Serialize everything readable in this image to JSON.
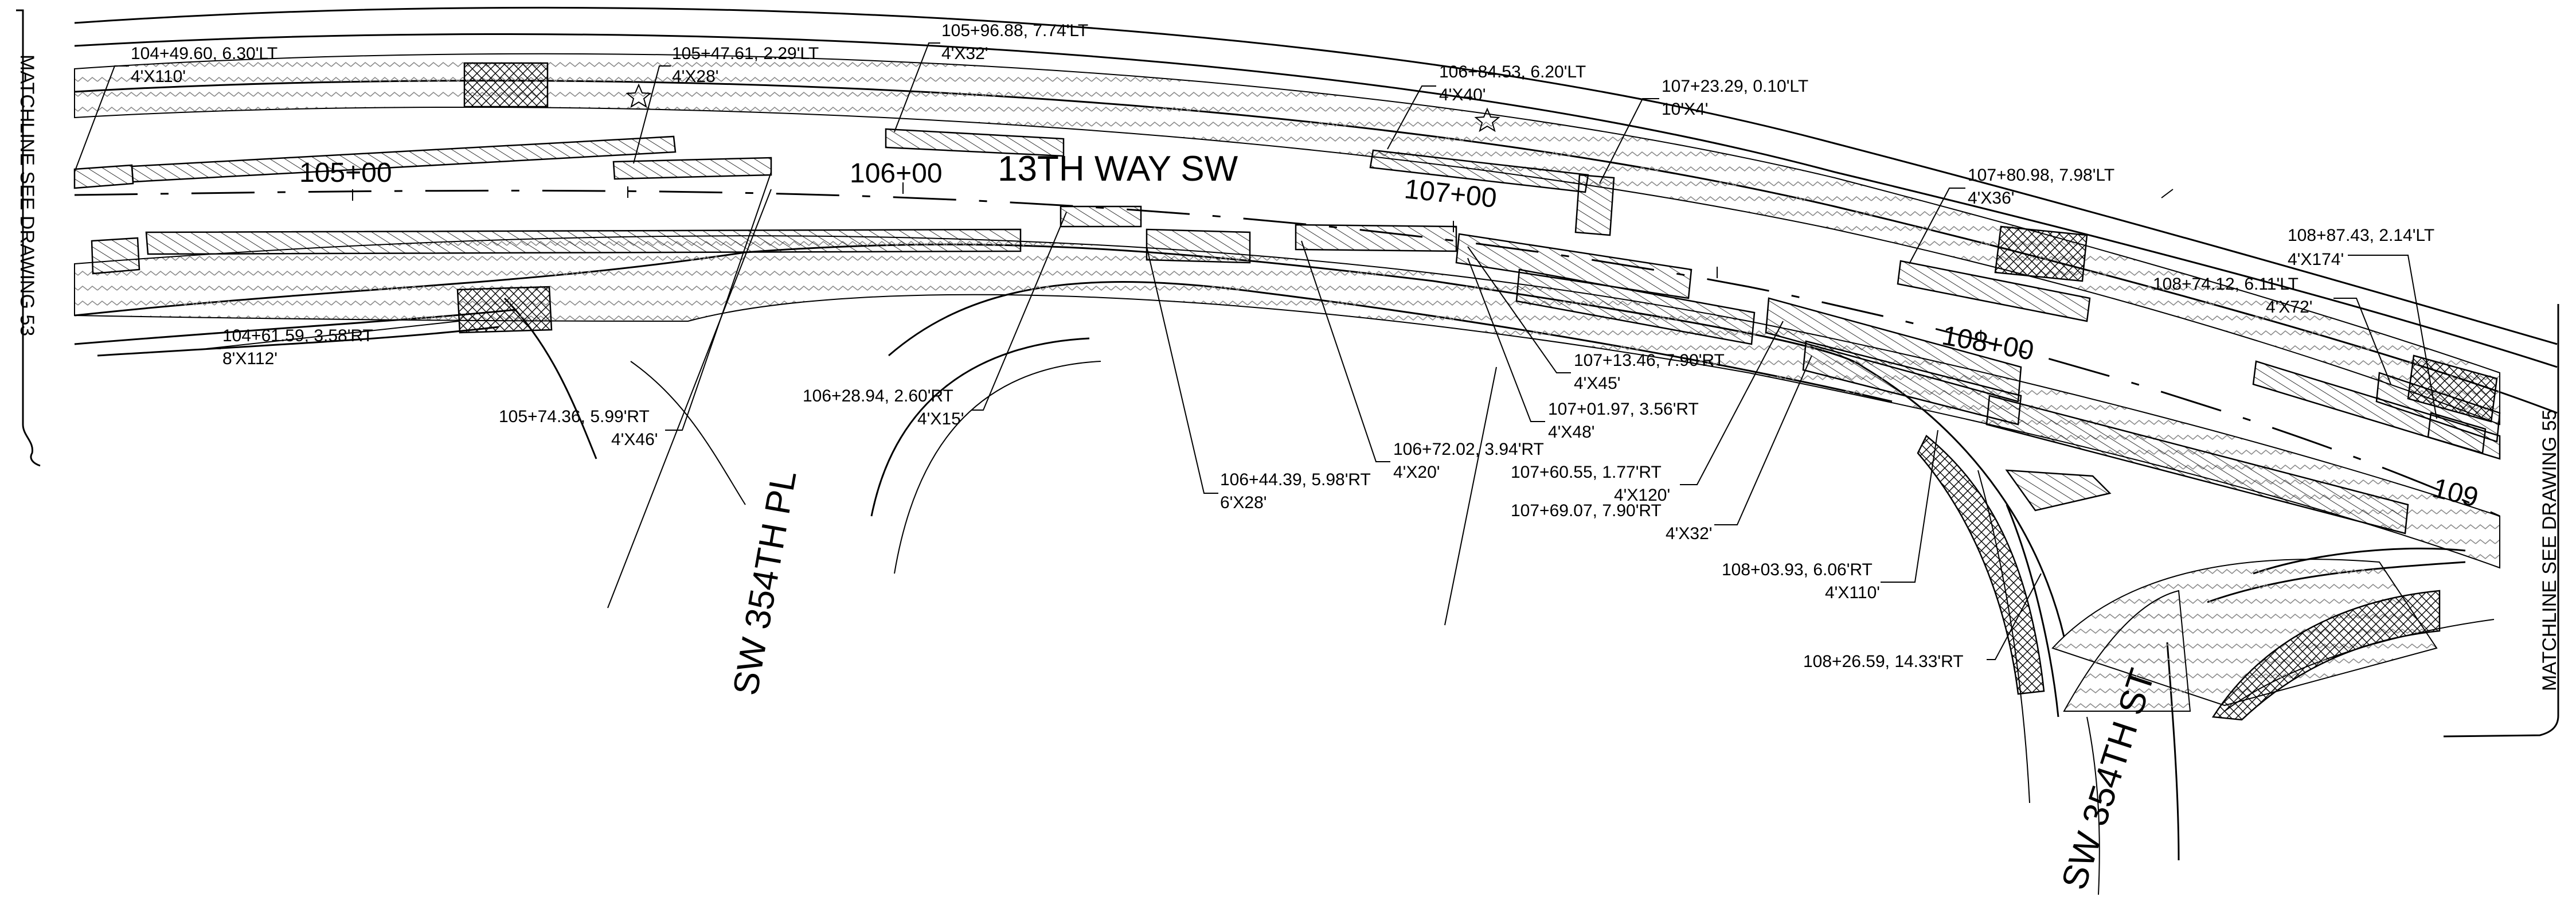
{
  "drawing": {
    "street_main": "13TH WAY SW",
    "street_pl": "SW 354TH PL",
    "street_st": "SW 354TH ST",
    "matchline_left": "MATCHLINE  SEE DRAWING 53",
    "matchline_right": "MATCHLINE  SEE DRAWING 55"
  },
  "stations": [
    "105+00",
    "106+00",
    "107+00",
    "108+00",
    "109"
  ],
  "callouts": [
    {
      "sta": "104+49.60, 6.30'LT",
      "size": "4'X110'"
    },
    {
      "sta": "105+47.61, 2.29'LT",
      "size": "4'X28'"
    },
    {
      "sta": "105+96.88, 7.74'LT",
      "size": "4'X32'"
    },
    {
      "sta": "106+84.53, 6.20'LT",
      "size": "4'X40'"
    },
    {
      "sta": "107+23.29, 0.10'LT",
      "size": "10'X4'"
    },
    {
      "sta": "107+80.98, 7.98'LT",
      "size": "4'X36'"
    },
    {
      "sta": "108+87.43, 2.14'LT",
      "size": "4'X174'"
    },
    {
      "sta": "108+74.12, 6.11'LT",
      "size": "4'X72'"
    },
    {
      "sta": "104+61.59, 3.58'RT",
      "size": "8'X112'"
    },
    {
      "sta": "105+74.36, 5.99'RT",
      "size": "4'X46'"
    },
    {
      "sta": "106+28.94, 2.60'RT",
      "size": "4'X15'"
    },
    {
      "sta": "106+44.39, 5.98'RT",
      "size": "6'X28'"
    },
    {
      "sta": "106+72.02, 3.94'RT",
      "size": "4'X20'"
    },
    {
      "sta": "107+13.46, 7.90'RT",
      "size": "4'X45'"
    },
    {
      "sta": "107+01.97, 3.56'RT",
      "size": "4'X48'"
    },
    {
      "sta": "107+60.55, 1.77'RT",
      "size": "4'X120'"
    },
    {
      "sta": "107+69.07, 7.90'RT",
      "size": "4'X32'"
    },
    {
      "sta": "108+03.93, 6.06'RT",
      "size": "4'X110'"
    },
    {
      "sta": "108+26.59, 14.33'RT",
      "size": ""
    }
  ]
}
